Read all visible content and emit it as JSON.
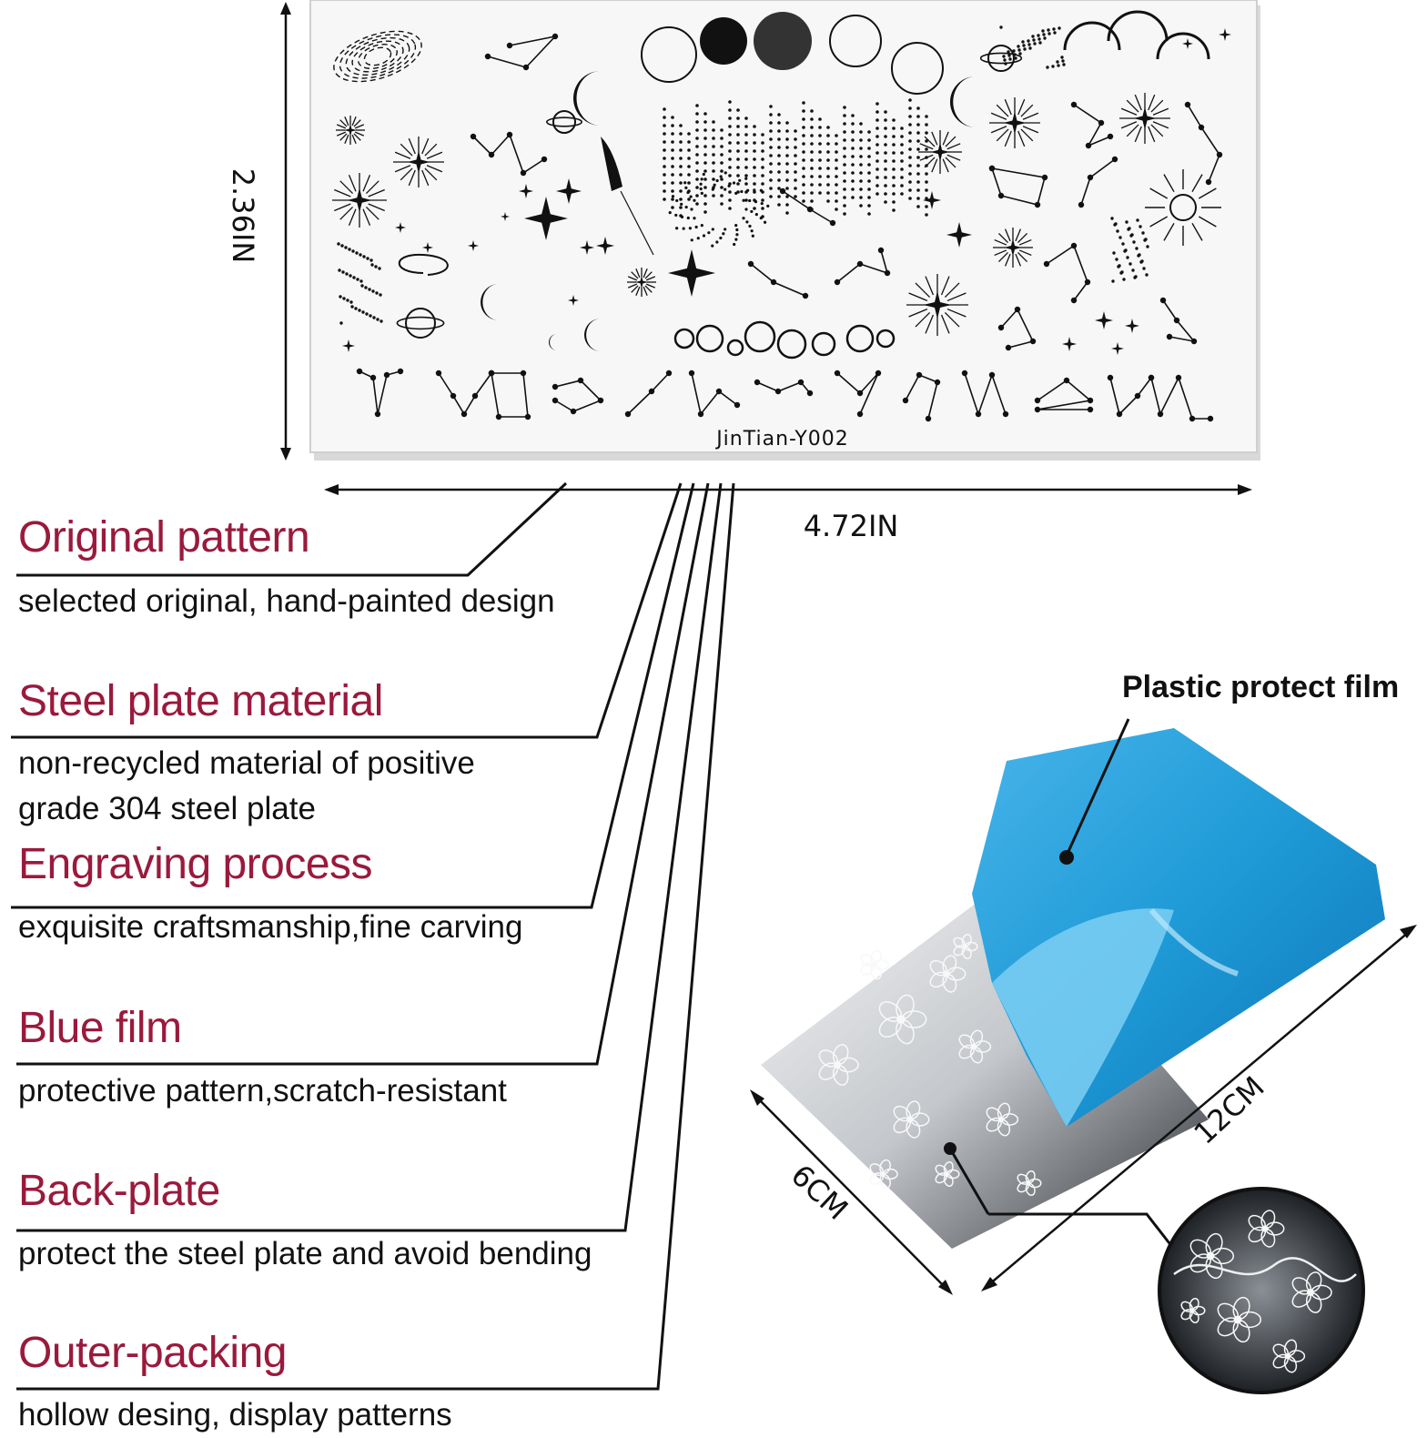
{
  "plate": {
    "model": "JinTian-Y002",
    "height_label": "2.36IN",
    "width_label": "4.72IN"
  },
  "features": [
    {
      "title": "Original pattern",
      "desc": [
        "selected original, hand-painted design"
      ]
    },
    {
      "title": "Steel plate material",
      "desc": [
        "non-recycled material of positive",
        "grade 304 steel plate"
      ]
    },
    {
      "title": "Engraving process",
      "desc": [
        "exquisite craftsmanship,fine carving"
      ]
    },
    {
      "title": "Blue film",
      "desc": [
        "protective pattern,scratch-resistant"
      ]
    },
    {
      "title": "Back-plate",
      "desc": [
        "protect the steel plate and avoid bending"
      ]
    },
    {
      "title": "Outer-packing",
      "desc": [
        "hollow desing, display patterns"
      ]
    }
  ],
  "photo": {
    "film_label": "Plastic protect film",
    "length_label": "12CM",
    "width_label": "6CM"
  },
  "colors": {
    "title_red": "#9a1a3c",
    "film_blue": "#1e9ad6",
    "steel": "#c9ccd0"
  }
}
